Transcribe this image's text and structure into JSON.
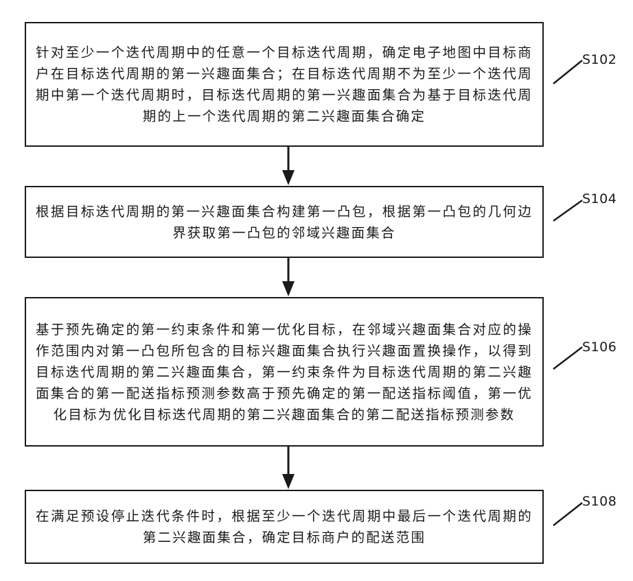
{
  "steps": [
    {
      "label": "S102",
      "text": "针对至少一个迭代周期中的任意一个目标迭代周期，确定电子地图中目标商户在目标迭代周期的第一兴趣面集合；在目标迭代周期不为至少一个迭代周期中第一个迭代周期时，目标迭代周期的第一兴趣面集合为基于目标迭代周期的上一个迭代周期的第二兴趣面集合确定"
    },
    {
      "label": "S104",
      "text": "根据目标迭代周期的第一兴趣面集合构建第一凸包，根据第一凸包的几何边界获取第一凸包的邻域兴趣面集合"
    },
    {
      "label": "S106",
      "text": "基于预先确定的第一约束条件和第一优化目标，在邻域兴趣面集合对应的操作范围内对第一凸包所包含的目标兴趣面集合执行兴趣面置换操作，以得到目标迭代周期的第二兴趣面集合，第一约束条件为目标迭代周期的第二兴趣面集合的第一配送指标预测参数高于预先确定的第一配送指标阈值，第一优化目标为优化目标迭代周期的第二兴趣面集合的第二配送指标预测参数"
    },
    {
      "label": "S108",
      "text": "在满足预设停止迭代条件时，根据至少一个迭代周期中最后一个迭代周期的第二兴趣面集合，确定目标商户的配送范围"
    }
  ]
}
